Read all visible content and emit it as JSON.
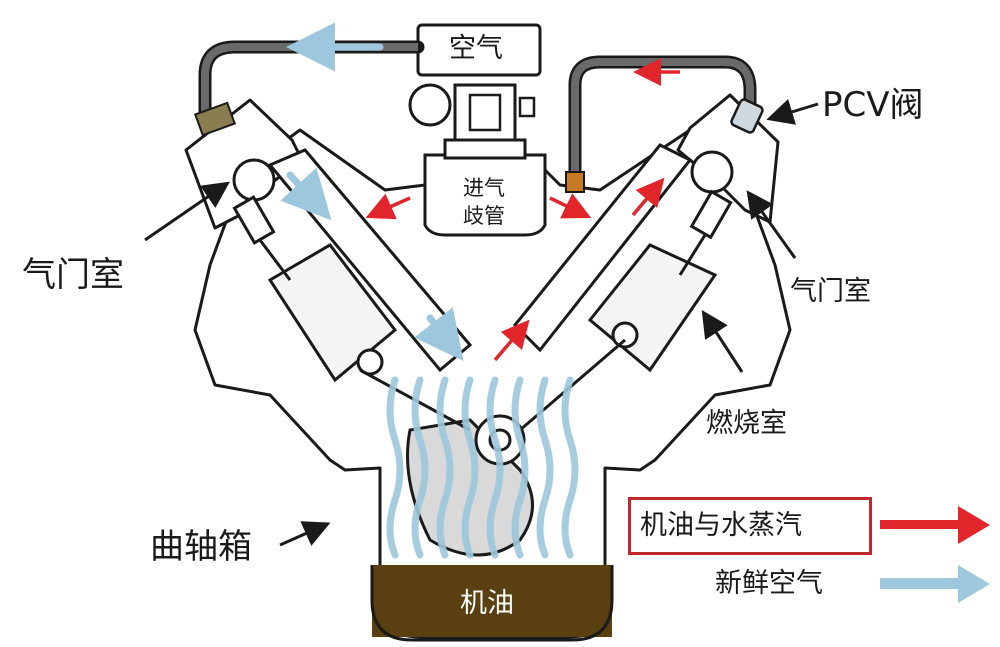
{
  "labels": {
    "air": "空气",
    "pcv_valve": "PCV阀",
    "intake_manifold_line1": "进气",
    "intake_manifold_line2": "歧管",
    "valve_chamber_left": "气门室",
    "valve_chamber_right": "气门室",
    "combustion_chamber": "燃烧室",
    "crankcase": "曲轴箱",
    "oil_sump": "机油"
  },
  "legend": {
    "oil_and_vapor": "机油与水蒸汽",
    "fresh_air": "新鲜空气"
  },
  "colors": {
    "oil_vapor_arrow": "#e0262b",
    "fresh_air_flow": "#9cc7dc",
    "oil": "#5a3f10",
    "engine_outline": "#1a1a1a",
    "hose": "#4a4a4a",
    "fitting": "#c77a23",
    "filter": "#8b7d4f"
  }
}
